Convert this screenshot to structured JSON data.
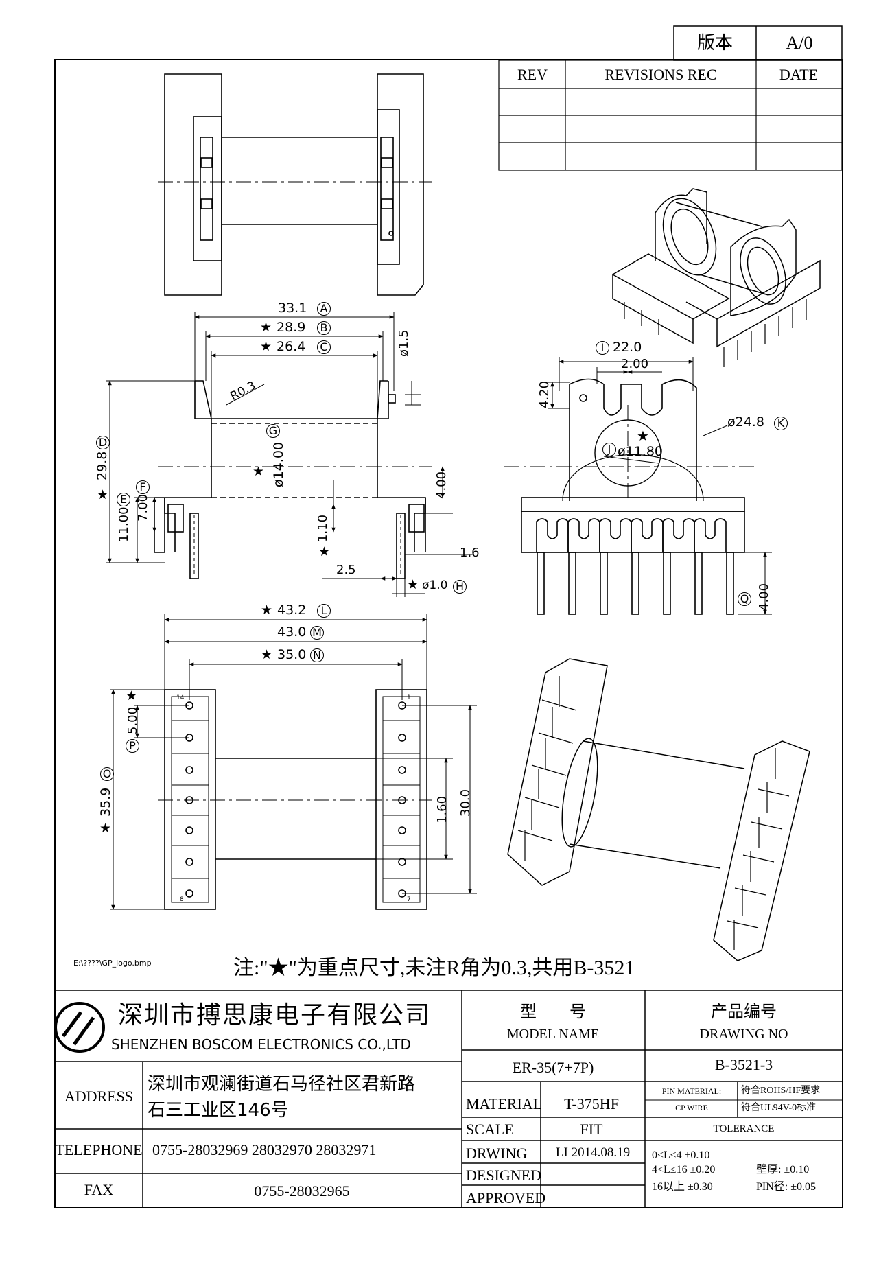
{
  "version": {
    "label": "版本",
    "value": "A/0"
  },
  "revisions": {
    "rev": "REV",
    "rec": "REVISIONS REC",
    "date": "DATE"
  },
  "dims": {
    "a": "33.1",
    "a_tag": "A",
    "b": "28.9",
    "b_tag": "B",
    "c": "26.4",
    "c_tag": "C",
    "d": "29.8",
    "d_tag": "D",
    "e": "11.00",
    "e_tag": "E",
    "f": "7.00",
    "f_tag": "F",
    "g": "ø14.00",
    "g_tag": "G",
    "h": "ø1.0",
    "h_tag": "H",
    "i": "22.0",
    "i_tag": "I",
    "j": "ø11.80",
    "j_tag": "J",
    "k": "ø24.8",
    "k_tag": "K",
    "l": "43.2",
    "l_tag": "L",
    "m": "43.0",
    "m_tag": "M",
    "n": "35.0",
    "n_tag": "N",
    "o": "35.9",
    "o_tag": "O",
    "p": "5.00",
    "p_tag": "P",
    "q": "4.00",
    "q_tag": "Q",
    "r": "R0.3",
    "d_15": "ø1.5",
    "d_400": "4.00",
    "d_110": "1.10",
    "d_16": "1.6",
    "d_25": "2.5",
    "d_200": "2.00",
    "d_420": "4.20",
    "d_160": "1.60",
    "d_300": "30.0",
    "pin14": "14",
    "pin1": "1",
    "pin8": "8",
    "pin7": "7"
  },
  "logo_path": "E:\\????\\GP_logo.bmp",
  "note": "注:\"★\"为重点尺寸,未注R角为0.3,共用B-3521",
  "company": {
    "cn": "深圳市搏思康电子有限公司",
    "en": "SHENZHEN BOSCOM ELECTRONICS CO.,LTD"
  },
  "title_block": {
    "model_cn": "型　　号",
    "model_en": "MODEL NAME",
    "model_value": "ER-35(7+7P)",
    "drawing_cn": "产品编号",
    "drawing_en": "DRAWING NO",
    "drawing_value": "B-3521-3",
    "address_label": "ADDRESS",
    "address_1": "深圳市观澜街道石马径社区君新路",
    "address_2": "石三工业区146号",
    "telephone_label": "TELEPHONE",
    "telephone": "0755-28032969 28032970 28032971",
    "fax_label": "FAX",
    "fax": "0755-28032965",
    "material_label": "MATERIAL",
    "material": "T-375HF",
    "scale_label": "SCALE",
    "scale": "FIT",
    "drawing_label": "DRWING",
    "drawing_by": "LI  2014.08.19",
    "designed_label": "DESIGNED",
    "approved_label": "APPROVED",
    "pin_material": "PIN MATERIAL:",
    "pin_material_val": "符合ROHS/HF要求",
    "cp_wire": "CP WIRE",
    "cp_wire_val": "符合UL94V-0标准",
    "tolerance": "TOLERANCE",
    "tol_1": "0<L≤4  ±0.10",
    "tol_2": "4<L≤16 ±0.20",
    "tol_3": "16以上    ±0.30",
    "wall": "壁厚:  ±0.10",
    "pin_dia": "PIN径:  ±0.05"
  }
}
